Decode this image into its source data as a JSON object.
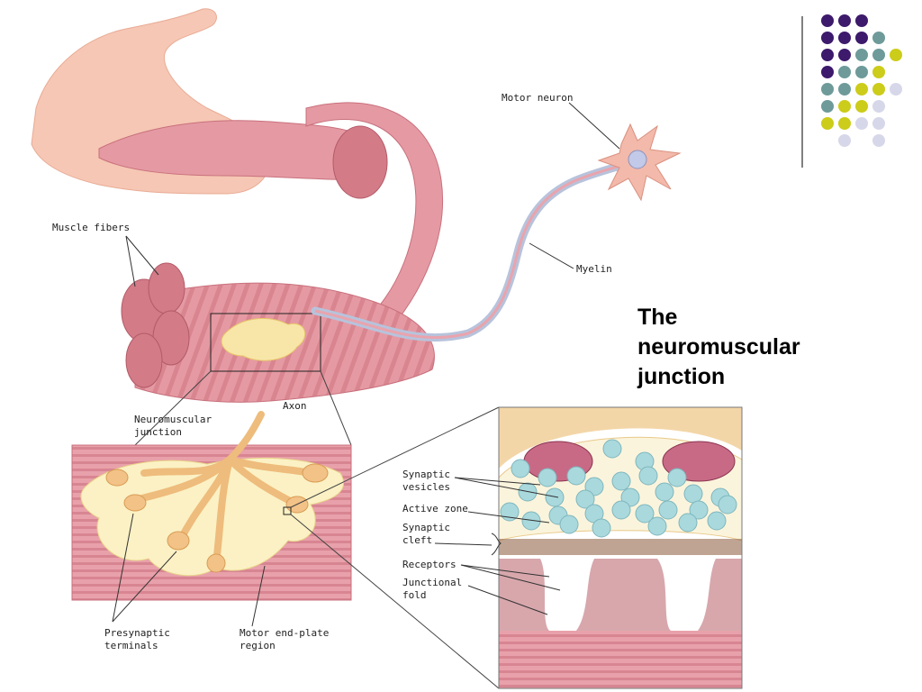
{
  "title_lines": [
    "The",
    "neuromuscular",
    "junction"
  ],
  "labels": {
    "motor_neuron": "Motor neuron",
    "muscle_fibers": "Muscle fibers",
    "myelin": "Myelin",
    "axon": "Axon",
    "neuromuscular_junction_1": "Neuromuscular",
    "neuromuscular_junction_2": "junction",
    "synaptic_vesicles_1": "Synaptic",
    "synaptic_vesicles_2": "vesicles",
    "active_zone": "Active zone",
    "synaptic_cleft_1": "Synaptic",
    "synaptic_cleft_2": "cleft",
    "receptors": "Receptors",
    "junctional_fold_1": "Junctional",
    "junctional_fold_2": "fold",
    "presynaptic_terminals_1": "Presynaptic",
    "presynaptic_terminals_2": "terminals",
    "motor_endplate_1": "Motor end-plate",
    "motor_endplate_2": "region"
  },
  "colors": {
    "purple": "#3d1a6b",
    "teal": "#6e9a9a",
    "yellow": "#cccc1a",
    "lavender": "#d7d7ea",
    "muscle": "#e59aa3",
    "muscle_dark": "#c8707c",
    "skin": "#f6c7b4",
    "terminal": "#f2c287",
    "endplate": "#fbf1c4",
    "vesicle": "#a9d9dd"
  }
}
